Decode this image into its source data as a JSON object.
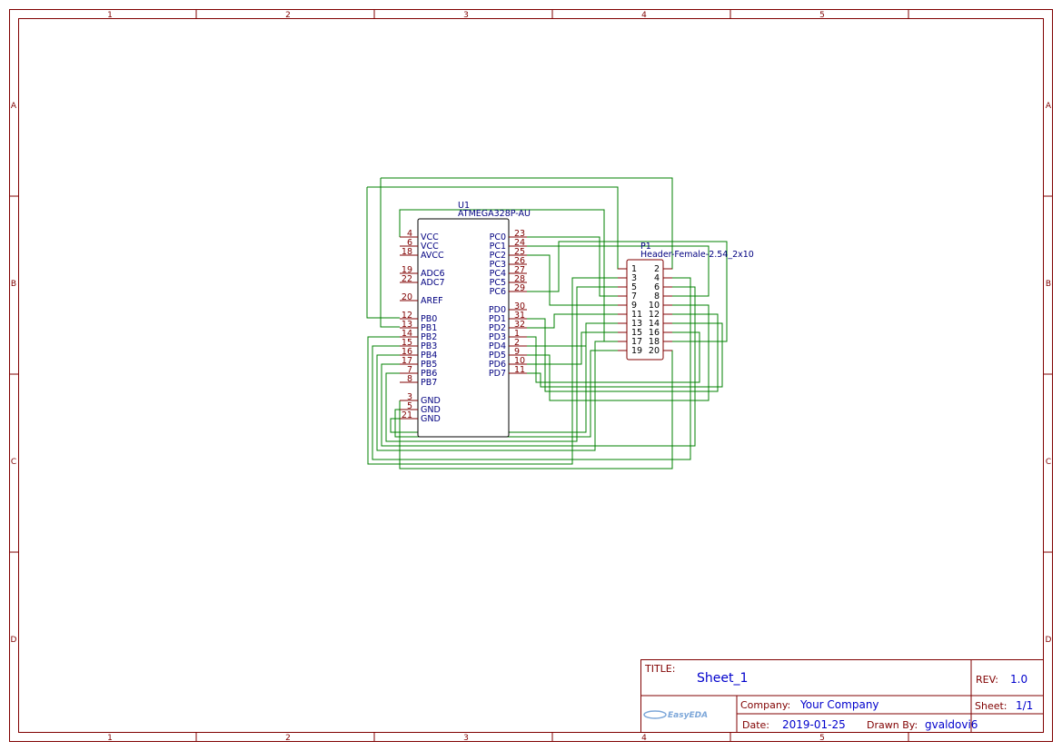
{
  "frame": {
    "columns": [
      "1",
      "2",
      "3",
      "4",
      "5"
    ],
    "rows": [
      "A",
      "B",
      "C",
      "D"
    ]
  },
  "u1": {
    "ref": "U1",
    "part": "ATMEGA328P-AU",
    "left_pins": [
      {
        "num": "4",
        "name": "VCC"
      },
      {
        "num": "6",
        "name": "VCC"
      },
      {
        "num": "18",
        "name": "AVCC"
      },
      {
        "num": "19",
        "name": "ADC6"
      },
      {
        "num": "22",
        "name": "ADC7"
      },
      {
        "num": "20",
        "name": "AREF"
      },
      {
        "num": "12",
        "name": "PB0"
      },
      {
        "num": "13",
        "name": "PB1"
      },
      {
        "num": "14",
        "name": "PB2"
      },
      {
        "num": "15",
        "name": "PB3"
      },
      {
        "num": "16",
        "name": "PB4"
      },
      {
        "num": "17",
        "name": "PB5"
      },
      {
        "num": "7",
        "name": "PB6"
      },
      {
        "num": "8",
        "name": "PB7"
      },
      {
        "num": "3",
        "name": "GND"
      },
      {
        "num": "5",
        "name": "GND"
      },
      {
        "num": "21",
        "name": "GND"
      }
    ],
    "right_pins": [
      {
        "num": "23",
        "name": "PC0"
      },
      {
        "num": "24",
        "name": "PC1"
      },
      {
        "num": "25",
        "name": "PC2"
      },
      {
        "num": "26",
        "name": "PC3"
      },
      {
        "num": "27",
        "name": "PC4"
      },
      {
        "num": "28",
        "name": "PC5"
      },
      {
        "num": "29",
        "name": "PC6"
      },
      {
        "num": "30",
        "name": "PD0"
      },
      {
        "num": "31",
        "name": "PD1"
      },
      {
        "num": "32",
        "name": "PD2"
      },
      {
        "num": "1",
        "name": "PD3"
      },
      {
        "num": "2",
        "name": "PD4"
      },
      {
        "num": "9",
        "name": "PD5"
      },
      {
        "num": "10",
        "name": "PD6"
      },
      {
        "num": "11",
        "name": "PD7"
      }
    ]
  },
  "p1": {
    "ref": "P1",
    "part": "Header-Female-2.54_2x10",
    "left_pins": [
      "1",
      "3",
      "5",
      "7",
      "9",
      "11",
      "13",
      "15",
      "17",
      "19"
    ],
    "right_pins": [
      "2",
      "4",
      "6",
      "8",
      "10",
      "12",
      "14",
      "16",
      "18",
      "20"
    ]
  },
  "title_block": {
    "title_label": "TITLE:",
    "title": "Sheet_1",
    "rev_label": "REV:",
    "rev": "1.0",
    "company_label": "Company:",
    "company": "Your Company",
    "sheet_label": "Sheet:",
    "sheet": "1/1",
    "date_label": "Date:",
    "date": "2019-01-25",
    "drawn_label": "Drawn By:",
    "drawn_by": "gvaldovi6",
    "logo": "EasyEDA"
  },
  "colors": {
    "frame": "#800000",
    "pin_name": "#000080",
    "wire": "#008000",
    "title_value": "#0000cc"
  }
}
